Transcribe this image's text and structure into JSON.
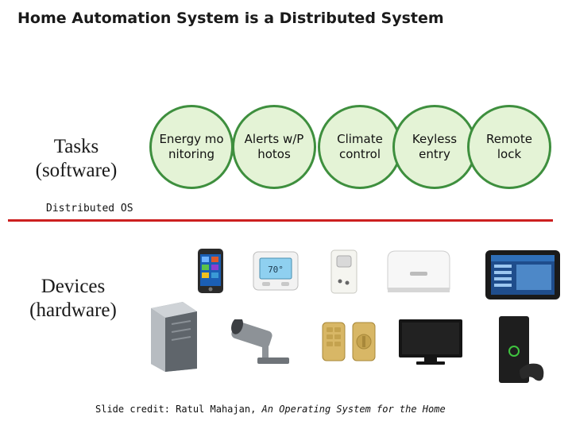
{
  "title": "Home Automation System is a Distributed System",
  "tasks_label": {
    "line1": "Tasks",
    "line2": "(software)"
  },
  "devices_label": {
    "line1": "Devices",
    "line2": "(hardware)"
  },
  "distributed_os_label": "Distributed OS",
  "tasks": [
    {
      "label": "Energy monitoring"
    },
    {
      "label": "Alerts w/Photos"
    },
    {
      "label": "Climate control"
    },
    {
      "label": "Keyless entry"
    },
    {
      "label": "Remote lock"
    }
  ],
  "credit": {
    "prefix": "Slide credit: Ratul Mahajan, ",
    "work": "An Operating System for the Home"
  },
  "colors": {
    "circle_fill": "#e4f3d6",
    "circle_border": "#3e8f3e",
    "os_line": "#cc1f1f"
  },
  "devices": [
    "smartphone-icon",
    "thermostat-icon",
    "motion-sensor-icon",
    "media-hub-icon",
    "tablet-icon",
    "server-icon",
    "security-camera-icon",
    "door-lock-icon",
    "television-icon",
    "game-console-icon"
  ]
}
